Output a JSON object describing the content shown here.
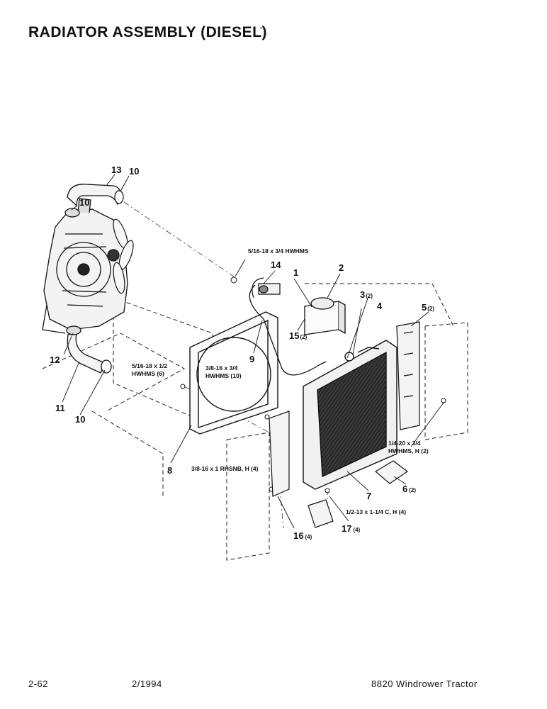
{
  "title": "RADIATOR ASSEMBLY (DIESEL)",
  "title_mark": "-",
  "parts": [
    {
      "num": "1",
      "qty": ""
    },
    {
      "num": "2",
      "qty": ""
    },
    {
      "num": "3",
      "qty": "(2)"
    },
    {
      "num": "4",
      "qty": ""
    },
    {
      "num": "5",
      "qty": "(2)"
    },
    {
      "num": "6",
      "qty": "(2)"
    },
    {
      "num": "7",
      "qty": ""
    },
    {
      "num": "8",
      "qty": ""
    },
    {
      "num": "9",
      "qty": ""
    },
    {
      "num": "10",
      "qty": ""
    },
    {
      "num": "10",
      "qty": ""
    },
    {
      "num": "10",
      "qty": ""
    },
    {
      "num": "11",
      "qty": ""
    },
    {
      "num": "12",
      "qty": ""
    },
    {
      "num": "13",
      "qty": ""
    },
    {
      "num": "14",
      "qty": ""
    },
    {
      "num": "15",
      "qty": "(2)"
    },
    {
      "num": "16",
      "qty": "(4)"
    },
    {
      "num": "17",
      "qty": "(4)"
    }
  ],
  "hardware": [
    {
      "line1": "5/16-18 x 3/4 HWHMS",
      "line2": ""
    },
    {
      "line1": "5/16-18 x 1/2",
      "line2": "HWHMS (6)"
    },
    {
      "line1": "3/8-16 x 3/4",
      "line2": "HWHMS (10)"
    },
    {
      "line1": "1/4-20 x 3/4",
      "line2": "HWHMS, H (2)"
    },
    {
      "line1": "3/8-16 x 1 RHSNB, H (4)",
      "line2": ""
    },
    {
      "line1": "1/2-13 x 1-1/4 C, H (4)",
      "line2": ""
    }
  ],
  "footer": {
    "page": "2-62",
    "date": "2/1994",
    "model": "8820 Windrower Tractor"
  }
}
